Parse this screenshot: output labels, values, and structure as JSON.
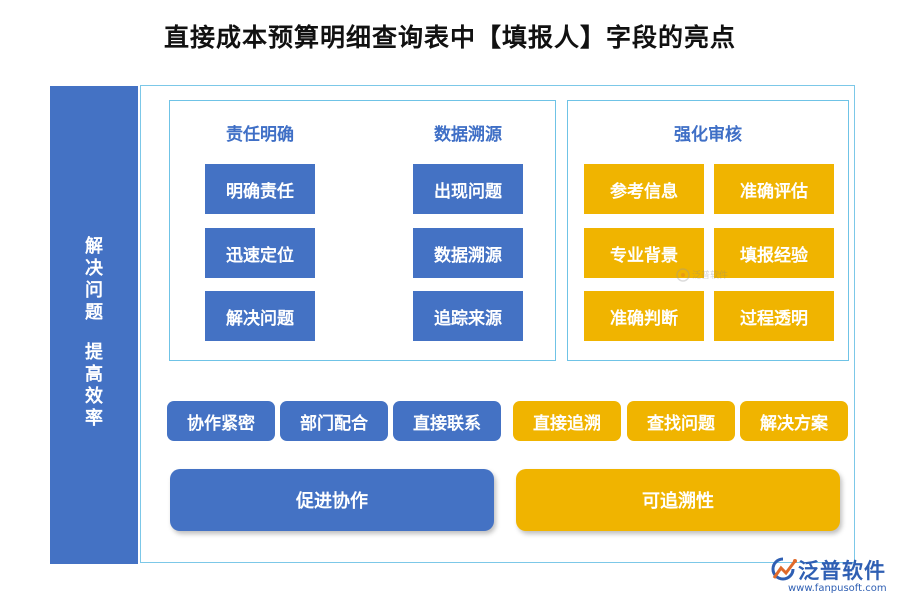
{
  "title": "直接成本预算明细查询表中【填报人】字段的亮点",
  "sidebar": {
    "line1": "解决问题",
    "line2": "提高效率"
  },
  "panel_left": {
    "col1": {
      "heading": "责任明确",
      "items": [
        "明确责任",
        "迅速定位",
        "解决问题"
      ]
    },
    "col2": {
      "heading": "数据溯源",
      "items": [
        "出现问题",
        "数据溯源",
        "追踪来源"
      ]
    }
  },
  "panel_right": {
    "heading": "强化审核",
    "items": [
      "参考信息",
      "准确评估",
      "专业背景",
      "填报经验",
      "准确判断",
      "过程透明"
    ]
  },
  "row_pills": {
    "blue": [
      "协作紧密",
      "部门配合",
      "直接联系"
    ],
    "gold": [
      "直接追溯",
      "查找问题",
      "解决方案"
    ]
  },
  "outcomes": {
    "left": "促进协作",
    "right": "可追溯性"
  },
  "logo": {
    "name": "泛普软件",
    "url": "www.fanpusoft.com"
  },
  "watermark": {
    "text": "泛普软件"
  },
  "colors": {
    "blue": "#4472c4",
    "gold": "#f0b400",
    "frame": "#7cc8e8"
  }
}
